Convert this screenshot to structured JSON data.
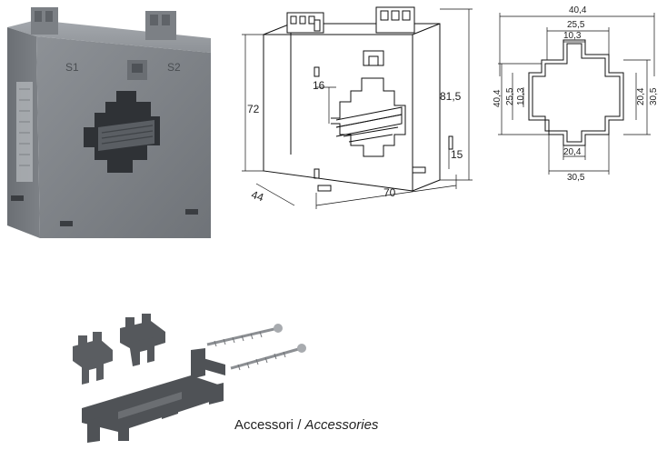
{
  "drawing": {
    "height_body": "72",
    "height_total": "81,5",
    "window_offset": "16",
    "base_height": "15",
    "width": "70",
    "depth": "44"
  },
  "profile": {
    "top_1": "40,4",
    "top_2": "25,5",
    "top_3": "10,3",
    "left_1": "40,4",
    "left_2": "25,5",
    "left_3": "10,3",
    "right_1": "20,4",
    "right_2": "30,5",
    "bottom_1": "20,4",
    "bottom_2": "30,5"
  },
  "photo": {
    "terminal_s1": "S1",
    "terminal_s2": "S2"
  },
  "accessories": {
    "caption_it": "Accessori",
    "caption_sep": " / ",
    "caption_en": "Accessories"
  }
}
